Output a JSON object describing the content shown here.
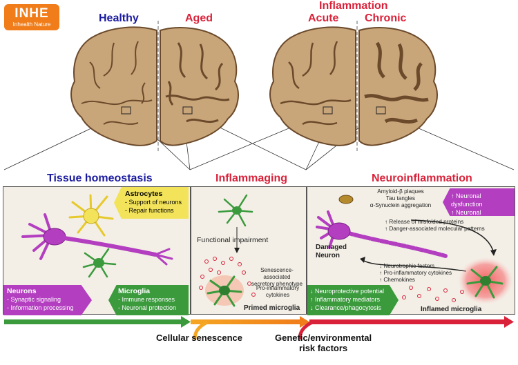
{
  "logo": {
    "name": "INHE",
    "tagline": "Inhealth Nature"
  },
  "brain_labels": {
    "healthy": "Healthy",
    "aged": "Aged",
    "inflammation": "Inflammation",
    "acute": "Acute",
    "chronic": "Chronic"
  },
  "panels": {
    "homeostasis": {
      "title": "Tissue homeostasis",
      "astrocytes": {
        "title": "Astrocytes",
        "lines": [
          "- Support of neurons",
          "- Repair functions"
        ]
      },
      "neurons": {
        "title": "Neurons",
        "lines": [
          "- Synaptic signaling",
          "- Information processing"
        ]
      },
      "microglia": {
        "title": "Microglia",
        "lines": [
          "- Immune responses",
          "- Neuronal protection"
        ]
      }
    },
    "inflammaging": {
      "title": "Inflammaging",
      "impairment": "Functional impairment",
      "senescence_lines": [
        "Senescence-associated",
        "secretory phenotype"
      ],
      "cytokine_lines": [
        "Pro-inflammatory",
        "cytokines"
      ],
      "primed": "Primed microglia"
    },
    "neuroinflammation": {
      "title": "Neuroinflammation",
      "aggregates": [
        "Amyloid-β plaques",
        "Tau tangles",
        "α-Synuclein aggregation"
      ],
      "dysfunction": [
        "↑ Neuronal dysfunction",
        "↑ Neuronal degeneration"
      ],
      "release": [
        "↑ Release of misfolded proteins",
        "↑ Danger-associated molecular patterns"
      ],
      "damaged": [
        "Damaged",
        "Neuron"
      ],
      "factors": [
        "↓ Neurotrophic factors",
        "↑ Pro-inflammatory cytokines",
        "↑ Chemokines"
      ],
      "protective": [
        "↓ Neuroprotective potential",
        "↑ Inflammatory mediators",
        "↓ Clearance/phagocytosis"
      ],
      "inflamed": "Inflamed microglia"
    }
  },
  "bottom": {
    "senescence": "Cellular senescence",
    "risk": [
      "Genetic/environmental",
      "risk factors"
    ]
  },
  "colors": {
    "blue": "#1a1a9e",
    "red": "#d9223a",
    "astro_yellow": "#f2e35a",
    "neuron_purple": "#b33ec0",
    "microglia_green": "#3a9a3c",
    "panel_bg": "#f3efe6",
    "brain_fill": "#c9a57a"
  }
}
